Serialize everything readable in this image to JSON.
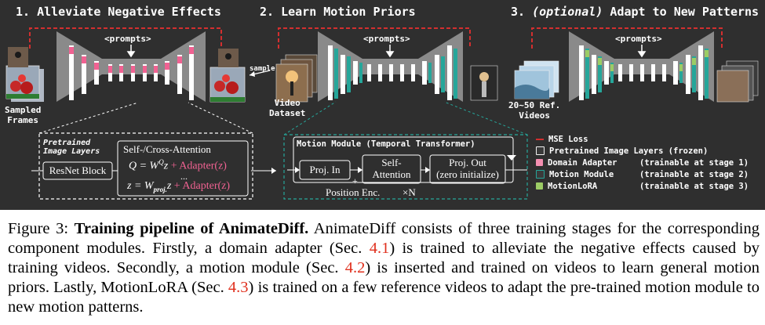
{
  "stages": [
    {
      "title": "1. Alleviate Negative Effects"
    },
    {
      "title_prefix": "3. ",
      "title_optional": "(optional)",
      "title_suffix": " Adapt to New Patterns"
    },
    {
      "title": "2. Learn Motion Priors"
    }
  ],
  "prompts_label": "<prompts>",
  "labels": {
    "sampled_frames": "Sampled\nFrames",
    "sample": "sample",
    "video_dataset": "Video\nDataset",
    "ref_videos": "20~50 Ref.\nVideos"
  },
  "pretrained_box": {
    "title": "Pretrained\nImage Layers",
    "resnet": "ResNet Block",
    "attn_title": "Self-/Cross-Attention",
    "eq1_main": "Q = W",
    "eq1_sup": "Q",
    "eq1_z": "z",
    "eq1_adapter": " + Adapter(z)",
    "dots": "...",
    "eq2_main": "z = W",
    "eq2_sub": "proj.",
    "eq2_z": "z",
    "eq2_adapter": " + Adapter(z)"
  },
  "motion_module": {
    "title": "Motion Module (Temporal Transformer)",
    "proj_in": "Proj. In",
    "self_attn": "Self-\nAttention",
    "proj_out": "Proj. Out\n(zero initialize)",
    "plus": "+",
    "pos_enc": "Position Enc.",
    "xn": "×N"
  },
  "legend": [
    {
      "label": "MSE Loss",
      "trainable": "",
      "color": "#d32f2f",
      "kind": "line"
    },
    {
      "label": "Pretrained Image Layers (frozen)",
      "trainable": "",
      "color": "#f2f2f2",
      "kind": "box"
    },
    {
      "label": "Domain Adapter",
      "trainable": "(trainable at stage 1)",
      "color": "#f48fb1",
      "kind": "box"
    },
    {
      "label": "Motion Module",
      "trainable": "(trainable at stage 2)",
      "color": "#26a69a",
      "kind": "box"
    },
    {
      "label": "MotionLoRA",
      "trainable": "(trainable at stage 3)",
      "color": "#9ccc65",
      "kind": "box"
    }
  ],
  "caption": {
    "fig": "Figure 3: ",
    "title": "Training pipeline of AnimateDiff.",
    "t1": " AnimateDiff consists of three training stages for the corresponding component modules. Firstly, a domain adapter (Sec. ",
    "r1": "4.1",
    "t2": ") is trained to alleviate the negative effects caused by training videos. Secondly, a motion module (Sec. ",
    "r2": "4.2",
    "t3": ") is inserted and trained on videos to learn general motion priors. Lastly, MotionLoRA (Sec. ",
    "r3": "4.3",
    "t4": ") is trained on a few reference videos to adapt the pre-trained motion module to new motion patterns."
  }
}
